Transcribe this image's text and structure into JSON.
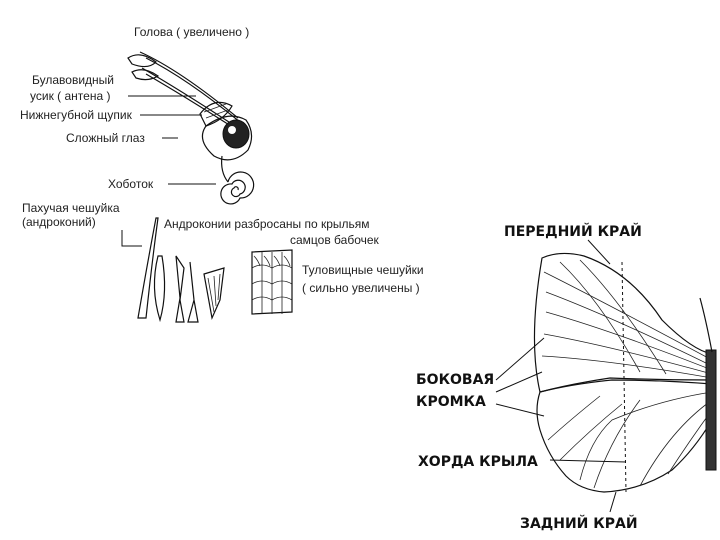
{
  "left_labels": {
    "head": "Голова ( увеличено )",
    "antenna_1": "Булавовидный",
    "antenna_2": "усик ( антена )",
    "palp": "Нижнегубной щупик",
    "eye": "Сложный глаз",
    "proboscis": "Хоботок",
    "scent_1": "Пахучая чешуйка",
    "scent_2": "(андроконий)",
    "andro_1": "Андроконии разбросаны по крыльям",
    "andro_2": "самцов бабочек",
    "body_1": "Туловищные чешуйки",
    "body_2": "( сильно увеличены )"
  },
  "wing_labels": {
    "front_edge": "ПЕРЕДНИЙ КРАЙ",
    "side_1": "БОКОВАЯ",
    "side_2": "КРОМКА",
    "chord": "ХОРДА КРЫЛА",
    "rear_edge": "ЗАДНИЙ КРАЙ"
  }
}
